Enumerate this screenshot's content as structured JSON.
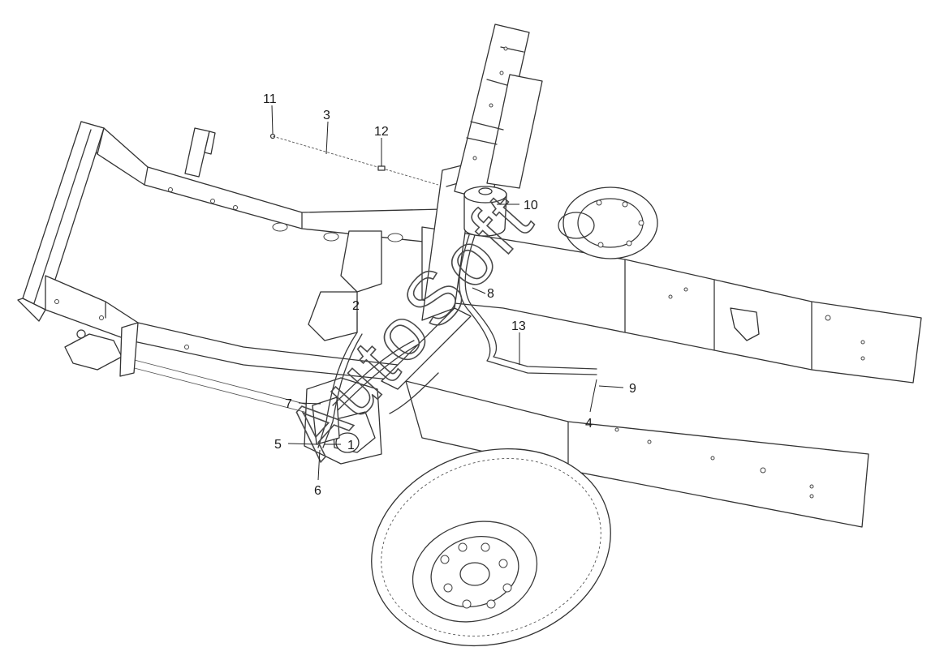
{
  "watermark": {
    "text": "AutoSoft"
  },
  "callouts": [
    {
      "id": "c1",
      "label": "1"
    },
    {
      "id": "c2",
      "label": "2"
    },
    {
      "id": "c3",
      "label": "3"
    },
    {
      "id": "c4",
      "label": "4"
    },
    {
      "id": "c5",
      "label": "5"
    },
    {
      "id": "c6",
      "label": "6"
    },
    {
      "id": "c7",
      "label": "7"
    },
    {
      "id": "c8",
      "label": "8"
    },
    {
      "id": "c9",
      "label": "9"
    },
    {
      "id": "c10",
      "label": "10"
    },
    {
      "id": "c11",
      "label": "11"
    },
    {
      "id": "c12",
      "label": "12"
    },
    {
      "id": "c13",
      "label": "13"
    }
  ],
  "colors": {
    "line": "#3a3a3a",
    "background": "#ffffff"
  }
}
